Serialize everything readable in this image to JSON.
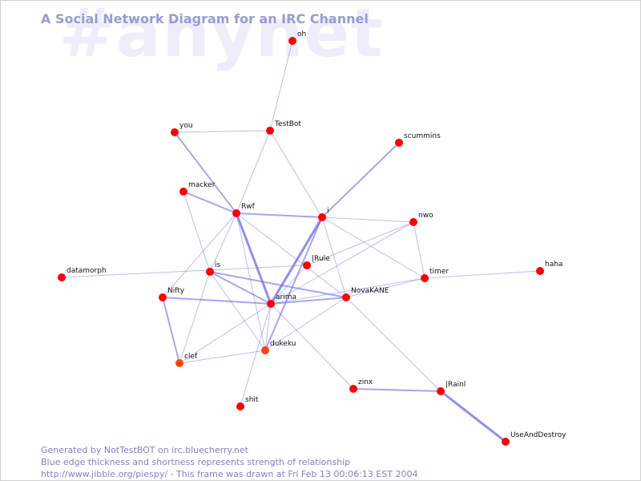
{
  "watermark": "#anynet",
  "title": "A Social Network Diagram for an IRC Channel",
  "footer": {
    "line1": "Generated by NotTestBOT on irc.bluecherry.net",
    "line2": "Blue edge thickness and shortness represents strength of relationship",
    "line3": "http://www.jibble.org/piespy/ - This frame was drawn at Fri Feb 13 00:06:13 EST 2004"
  },
  "colors": {
    "node": "#ff0000",
    "node_secondary": "#ff4400",
    "edge": "#6a6ae8",
    "title": "#9a9ad6",
    "footer": "#8080c8"
  },
  "nodes": [
    {
      "id": "oh",
      "label": "oh"
    },
    {
      "id": "you",
      "label": "you"
    },
    {
      "id": "TestBot",
      "label": "TestBot"
    },
    {
      "id": "scummins",
      "label": "scummins"
    },
    {
      "id": "macker",
      "label": "macker"
    },
    {
      "id": "Rwf",
      "label": "Rwf"
    },
    {
      "id": "i",
      "label": "i"
    },
    {
      "id": "nwo",
      "label": "nwo"
    },
    {
      "id": "datamorph",
      "label": "datamorph"
    },
    {
      "id": "is",
      "label": "is"
    },
    {
      "id": "IRule",
      "label": "|Rule"
    },
    {
      "id": "timer",
      "label": "timer"
    },
    {
      "id": "haha",
      "label": "haha"
    },
    {
      "id": "Nifty",
      "label": "Nifty"
    },
    {
      "id": "arima",
      "label": "arima"
    },
    {
      "id": "NovaKANE",
      "label": "NovaKANE"
    },
    {
      "id": "clef",
      "label": "clef",
      "secondary": true
    },
    {
      "id": "dukeku",
      "label": "dukeku",
      "secondary": true
    },
    {
      "id": "shit",
      "label": "shit"
    },
    {
      "id": "zinx",
      "label": "zinx"
    },
    {
      "id": "Rainl",
      "label": "|Rainl"
    },
    {
      "id": "UseAndDestroy",
      "label": "UseAndDestroy"
    }
  ],
  "edges": [
    {
      "source": "oh",
      "target": "TestBot",
      "weight": 1
    },
    {
      "source": "you",
      "target": "TestBot",
      "weight": 1
    },
    {
      "source": "you",
      "target": "Rwf",
      "weight": 2
    },
    {
      "source": "TestBot",
      "target": "Rwf",
      "weight": 1
    },
    {
      "source": "TestBot",
      "target": "i",
      "weight": 1
    },
    {
      "source": "scummins",
      "target": "i",
      "weight": 2
    },
    {
      "source": "macker",
      "target": "Rwf",
      "weight": 2
    },
    {
      "source": "macker",
      "target": "is",
      "weight": 1
    },
    {
      "source": "Rwf",
      "target": "i",
      "weight": 2
    },
    {
      "source": "Rwf",
      "target": "arima",
      "weight": 3
    },
    {
      "source": "Rwf",
      "target": "is",
      "weight": 1
    },
    {
      "source": "Rwf",
      "target": "Nifty",
      "weight": 1
    },
    {
      "source": "Rwf",
      "target": "NovaKANE",
      "weight": 1
    },
    {
      "source": "Rwf",
      "target": "dukeku",
      "weight": 1
    },
    {
      "source": "i",
      "target": "nwo",
      "weight": 1
    },
    {
      "source": "i",
      "target": "timer",
      "weight": 1
    },
    {
      "source": "i",
      "target": "arima",
      "weight": 3
    },
    {
      "source": "i",
      "target": "dukeku",
      "weight": 2
    },
    {
      "source": "i",
      "target": "NovaKANE",
      "weight": 1
    },
    {
      "source": "nwo",
      "target": "arima",
      "weight": 1
    },
    {
      "source": "nwo",
      "target": "timer",
      "weight": 1
    },
    {
      "source": "nwo",
      "target": "IRule",
      "weight": 1
    },
    {
      "source": "datamorph",
      "target": "IRule",
      "weight": 1
    },
    {
      "source": "is",
      "target": "arima",
      "weight": 2
    },
    {
      "source": "is",
      "target": "NovaKANE",
      "weight": 2
    },
    {
      "source": "is",
      "target": "clef",
      "weight": 1
    },
    {
      "source": "is",
      "target": "dukeku",
      "weight": 1
    },
    {
      "source": "IRule",
      "target": "arima",
      "weight": 1
    },
    {
      "source": "timer",
      "target": "haha",
      "weight": 1
    },
    {
      "source": "timer",
      "target": "NovaKANE",
      "weight": 1
    },
    {
      "source": "timer",
      "target": "arima",
      "weight": 1
    },
    {
      "source": "Nifty",
      "target": "arima",
      "weight": 2
    },
    {
      "source": "Nifty",
      "target": "clef",
      "weight": 2
    },
    {
      "source": "arima",
      "target": "NovaKANE",
      "weight": 2
    },
    {
      "source": "arima",
      "target": "clef",
      "weight": 1
    },
    {
      "source": "arima",
      "target": "dukeku",
      "weight": 1
    },
    {
      "source": "arima",
      "target": "shit",
      "weight": 1
    },
    {
      "source": "arima",
      "target": "zinx",
      "weight": 1
    },
    {
      "source": "NovaKANE",
      "target": "dukeku",
      "weight": 1
    },
    {
      "source": "NovaKANE",
      "target": "Rainl",
      "weight": 1
    },
    {
      "source": "clef",
      "target": "dukeku",
      "weight": 1
    },
    {
      "source": "zinx",
      "target": "Rainl",
      "weight": 2
    },
    {
      "source": "Rainl",
      "target": "UseAndDestroy",
      "weight": 3
    }
  ]
}
